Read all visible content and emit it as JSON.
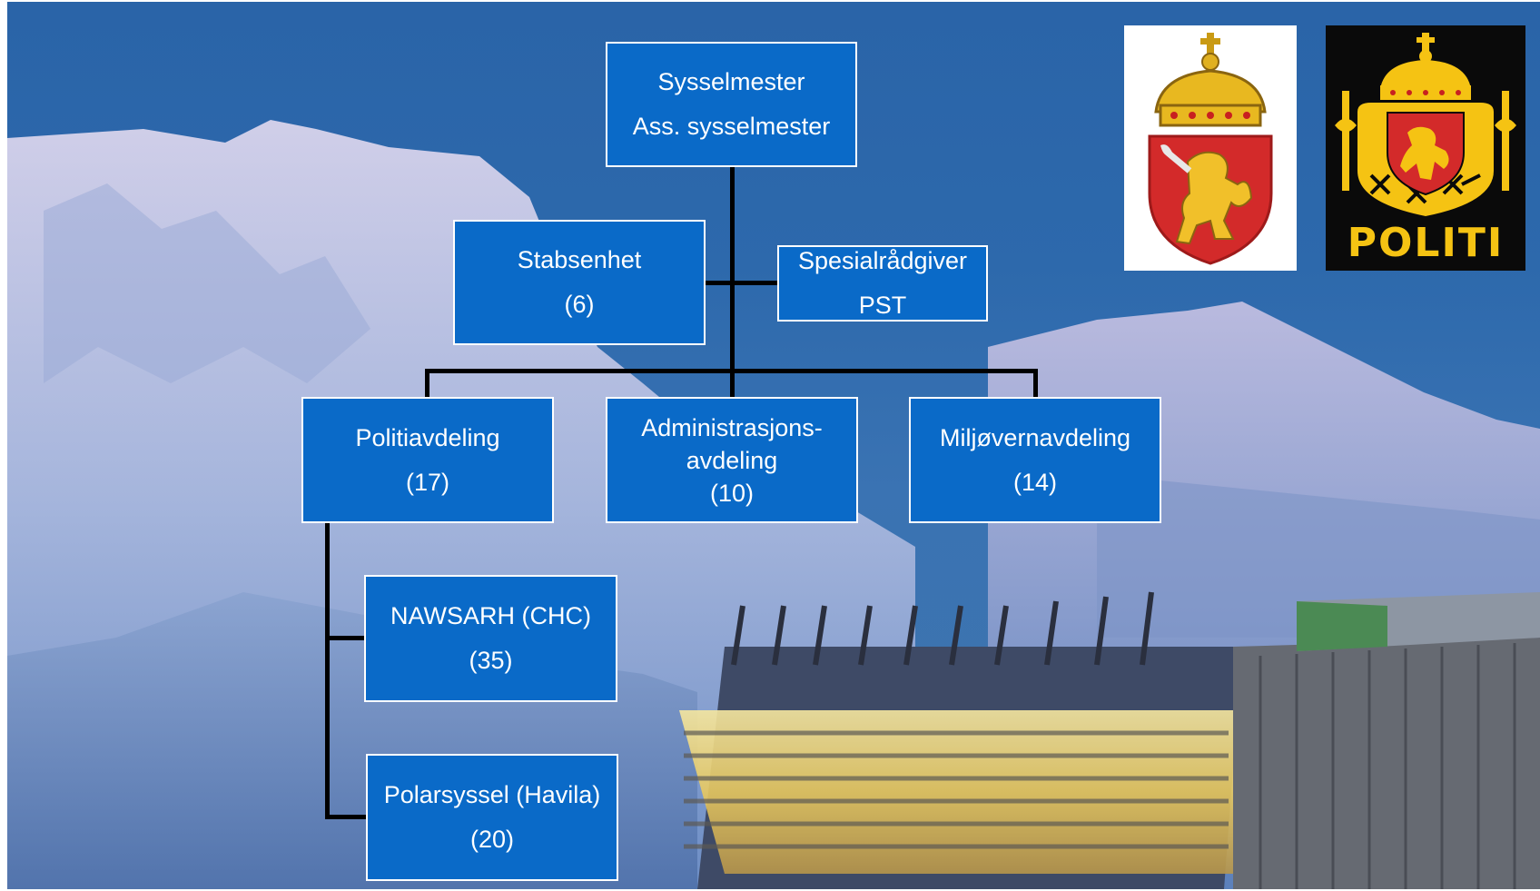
{
  "org_chart": {
    "top": {
      "line1": "Sysselmester",
      "line2": "Ass. sysselmester"
    },
    "staff": {
      "line1": "Stabsenhet",
      "line2": "(6)"
    },
    "advisor": {
      "line1": "Spesialrådgiver",
      "line2": "PST"
    },
    "police": {
      "line1": "Politiavdeling",
      "line2": "(17)"
    },
    "admin": {
      "line1": "Administrasjons-",
      "line2": "avdeling",
      "line3": "(10)"
    },
    "environment": {
      "line1": "Miljøvernavdeling",
      "line2": "(14)"
    },
    "nawsarh": {
      "line1": "NAWSARH (CHC)",
      "line2": "(35)"
    },
    "polarsyssel": {
      "line1": "Polarsyssel (Havila)",
      "line2": "(20)"
    }
  },
  "logos": {
    "coat_of_arms": "norway-coat-of-arms-icon",
    "police": {
      "icon": "police-badge-icon",
      "text": "POLITI"
    }
  },
  "colors": {
    "box_fill": "#0a6ac8",
    "box_border": "#ffffff",
    "connector": "#000000",
    "police_gold": "#f5c313",
    "shield_red": "#d32a2a"
  }
}
